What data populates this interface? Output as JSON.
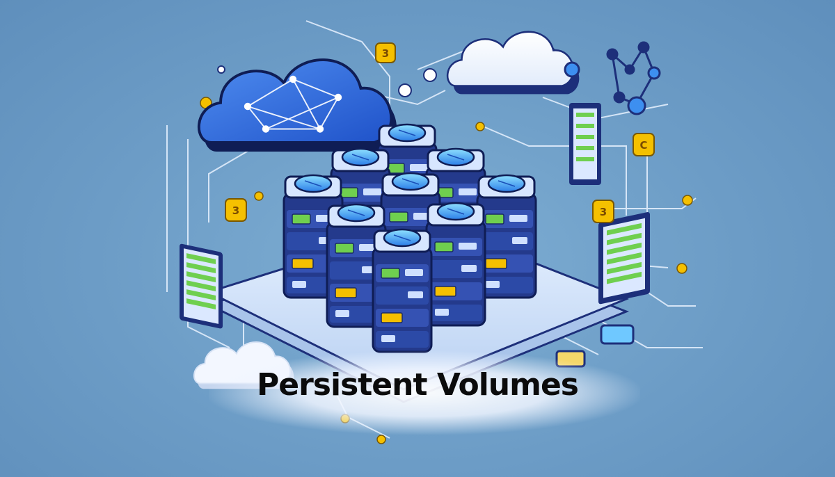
{
  "title": "Persistent Volumes",
  "badges": {
    "b1": "3",
    "b2": "3",
    "b3": "3",
    "b4": "C"
  },
  "colors": {
    "background": "#6f9fc8",
    "navy": "#1d2f7a",
    "accent_blue": "#2f6fe0",
    "yellow": "#f5c000",
    "green": "#6fcf4f"
  },
  "icons": [
    "cloud-icon",
    "network-cloud-icon",
    "server-stack-icon",
    "rack-panel-icon",
    "node-graph-icon"
  ]
}
